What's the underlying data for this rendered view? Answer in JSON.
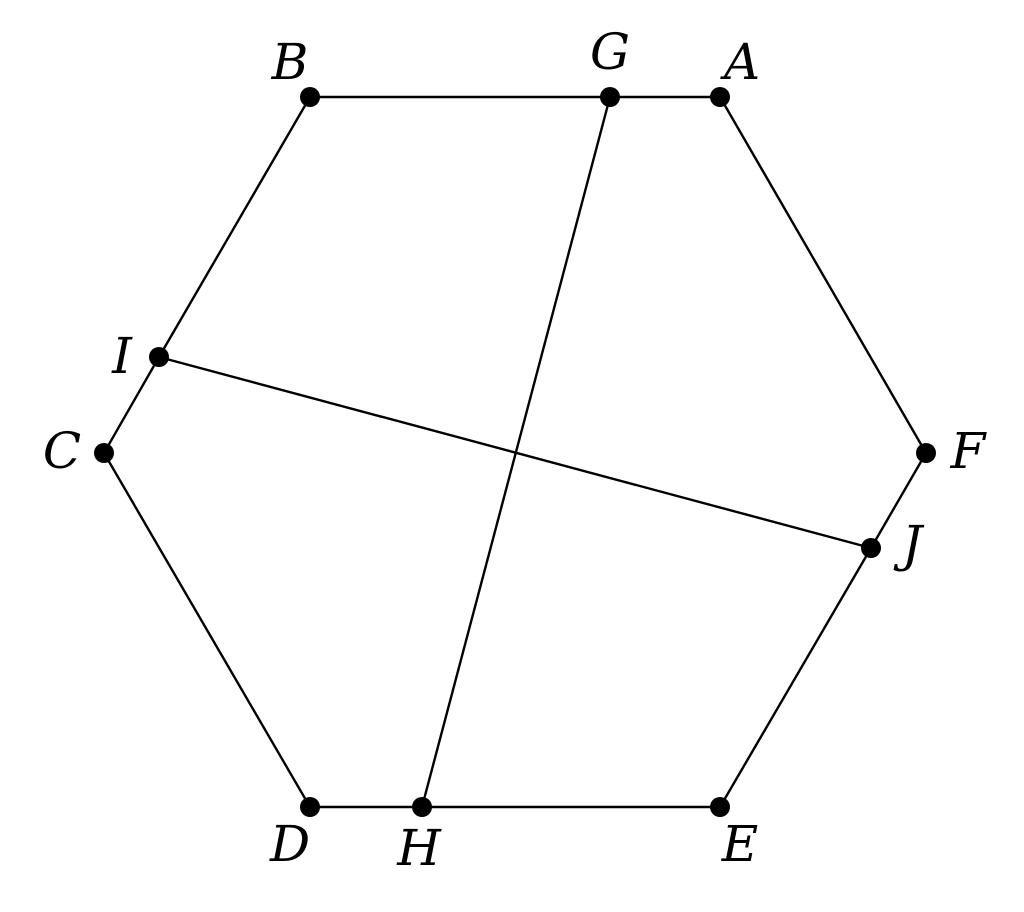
{
  "diagram": {
    "points": [
      {
        "id": "A",
        "label": "A"
      },
      {
        "id": "B",
        "label": "B"
      },
      {
        "id": "C",
        "label": "C"
      },
      {
        "id": "D",
        "label": "D"
      },
      {
        "id": "E",
        "label": "E"
      },
      {
        "id": "F",
        "label": "F"
      },
      {
        "id": "G",
        "label": "G"
      },
      {
        "id": "H",
        "label": "H"
      },
      {
        "id": "I",
        "label": "I"
      },
      {
        "id": "J",
        "label": "J"
      }
    ],
    "polygon": [
      "B",
      "G",
      "A",
      "F",
      "J",
      "E",
      "H",
      "D",
      "C",
      "I"
    ],
    "segments": [
      [
        "G",
        "H"
      ],
      [
        "I",
        "J"
      ]
    ]
  }
}
